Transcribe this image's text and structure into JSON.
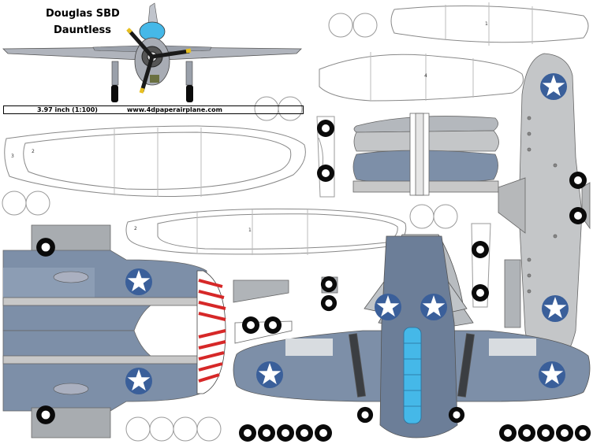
{
  "title": {
    "line1": "Douglas SBD",
    "line2": "Dauntless"
  },
  "scale": {
    "label": "3.97 inch (1:100)",
    "url": "www.4dpaperairplane.com"
  },
  "part_numbers": {
    "p1": "1",
    "p2": "2",
    "p3": "3",
    "p4": "4"
  },
  "colors": {
    "navy_gray": "#7d8fa8",
    "light_gray": "#c8c8c8",
    "mid_gray": "#a8a8a8",
    "roundel_blue": "#3a5f9a",
    "stripe_red": "#d62828",
    "canopy_blue": "#45b8e8",
    "tire": "#0a0a0a",
    "propeller": "#1a1a1a",
    "prop_tip": "#e8c020"
  }
}
